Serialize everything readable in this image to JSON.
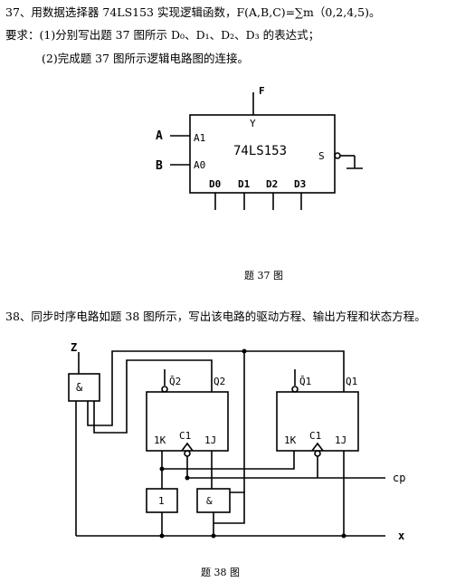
{
  "q37": {
    "line1": "37、用数据选择器 74LS153 实现逻辑函数，F(A,B,C)=∑m（0,2,4,5)。",
    "line2": "要求：(1)分别写出题 37 图所示 D₀、D₁、D₂、D₃ 的表达式；",
    "line3": "(2)完成题 37 图所示逻辑电路图的连接。",
    "caption": "题 37 图",
    "chip": {
      "name": "74LS153",
      "out_pin": "Y",
      "out_signal": "F",
      "in_a": "A",
      "pin_a1": "A1",
      "in_b": "B",
      "pin_a0": "A0",
      "strobe": "S",
      "d0": "D0",
      "d1": "D1",
      "d2": "D2",
      "d3": "D3"
    }
  },
  "q38": {
    "line1": "38、同步时序电路如题 38 图所示，写出该电路的驱动方程、输出方程和状态方程。",
    "caption": "题 38 图",
    "circuit": {
      "z": "Z",
      "and_top": "&",
      "ff2": {
        "qbar": "Q̄2",
        "q": "Q2",
        "k": "1K",
        "c": "C1",
        "j": "1J"
      },
      "ff1": {
        "qbar": "Q̄1",
        "q": "Q1",
        "k": "1K",
        "c": "C1",
        "j": "1J"
      },
      "gate_not": "1",
      "gate_and": "&",
      "cp": "cp",
      "x": "x"
    }
  }
}
